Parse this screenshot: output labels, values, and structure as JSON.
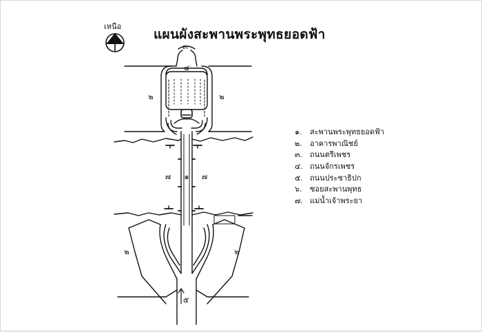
{
  "title": "แผนผังสะพานพระพุทธยอดฟ้า",
  "north_label": "เหนือ",
  "legend": [
    {
      "num": "๑.",
      "label": "สะพานพระพุทธยอดฟ้า"
    },
    {
      "num": "๒.",
      "label": "อาคารพาณิชย์"
    },
    {
      "num": "๓.",
      "label": "ถนนตรีเพชร"
    },
    {
      "num": "๔.",
      "label": "ถนนจักรเพชร"
    },
    {
      "num": "๕.",
      "label": "ถนนประชาธิปก"
    },
    {
      "num": "๖.",
      "label": "ซอยสะพานพุทธ"
    },
    {
      "num": "๗.",
      "label": "แม่น้ำเจ้าพระยา"
    }
  ],
  "map_labels": {
    "road_trirphet": "๓",
    "road_chakphet": "๔",
    "building_nw": "๒",
    "building_ne": "๒",
    "building_sw": "๒",
    "building_se": "๒",
    "river_west": "๗",
    "river_east": "๗",
    "bridge": "๑",
    "road_prajadhipok": "๕"
  },
  "colors": {
    "ink": "#111111",
    "paper": "#ffffff"
  }
}
